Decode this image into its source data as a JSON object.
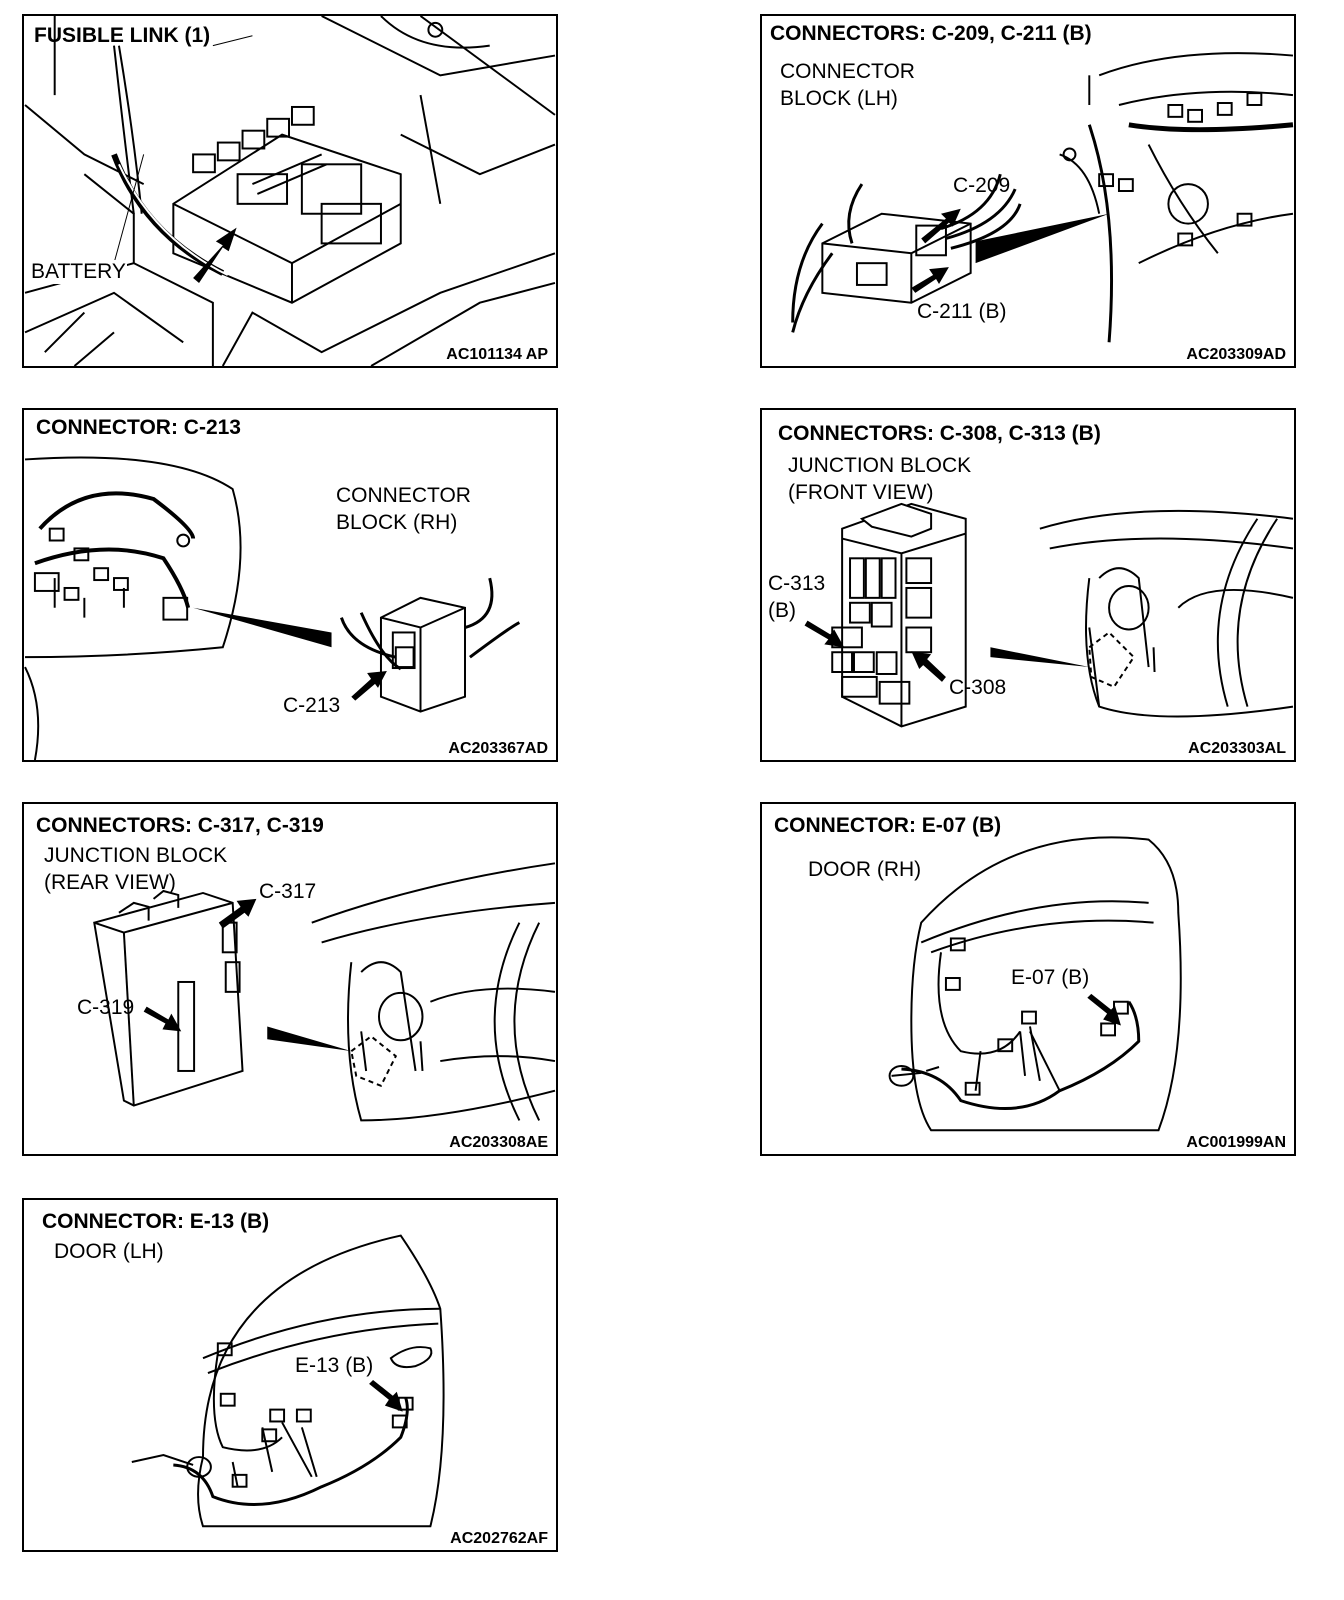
{
  "panels": [
    {
      "title": "FUSIBLE LINK (1)",
      "subtitle": "",
      "callouts": [
        "BATTERY"
      ],
      "code": "AC101134 AP"
    },
    {
      "title": "CONNECTORS: C-209, C-211 (B)",
      "subtitle": "CONNECTOR\nBLOCK (LH)",
      "callouts": [
        "C-209",
        "C-211 (B)"
      ],
      "code": "AC203309AD"
    },
    {
      "title": "CONNECTOR: C-213",
      "subtitle": "CONNECTOR\nBLOCK (RH)",
      "callouts": [
        "C-213"
      ],
      "code": "AC203367AD"
    },
    {
      "title": "CONNECTORS: C-308, C-313 (B)",
      "subtitle": "JUNCTION BLOCK\n(FRONT VIEW)",
      "callouts": [
        "C-313\n(B)",
        "C-308"
      ],
      "code": "AC203303AL"
    },
    {
      "title": "CONNECTORS: C-317, C-319",
      "subtitle": "JUNCTION BLOCK\n(REAR VIEW)",
      "callouts": [
        "C-317",
        "C-319"
      ],
      "code": "AC203308AE"
    },
    {
      "title": "CONNECTOR: E-07 (B)",
      "subtitle": "DOOR (RH)",
      "callouts": [
        "E-07 (B)"
      ],
      "code": "AC001999AN"
    },
    {
      "title": "CONNECTOR: E-13 (B)",
      "subtitle": "DOOR (LH)",
      "callouts": [
        "E-13 (B)"
      ],
      "code": "AC202762AF"
    }
  ]
}
